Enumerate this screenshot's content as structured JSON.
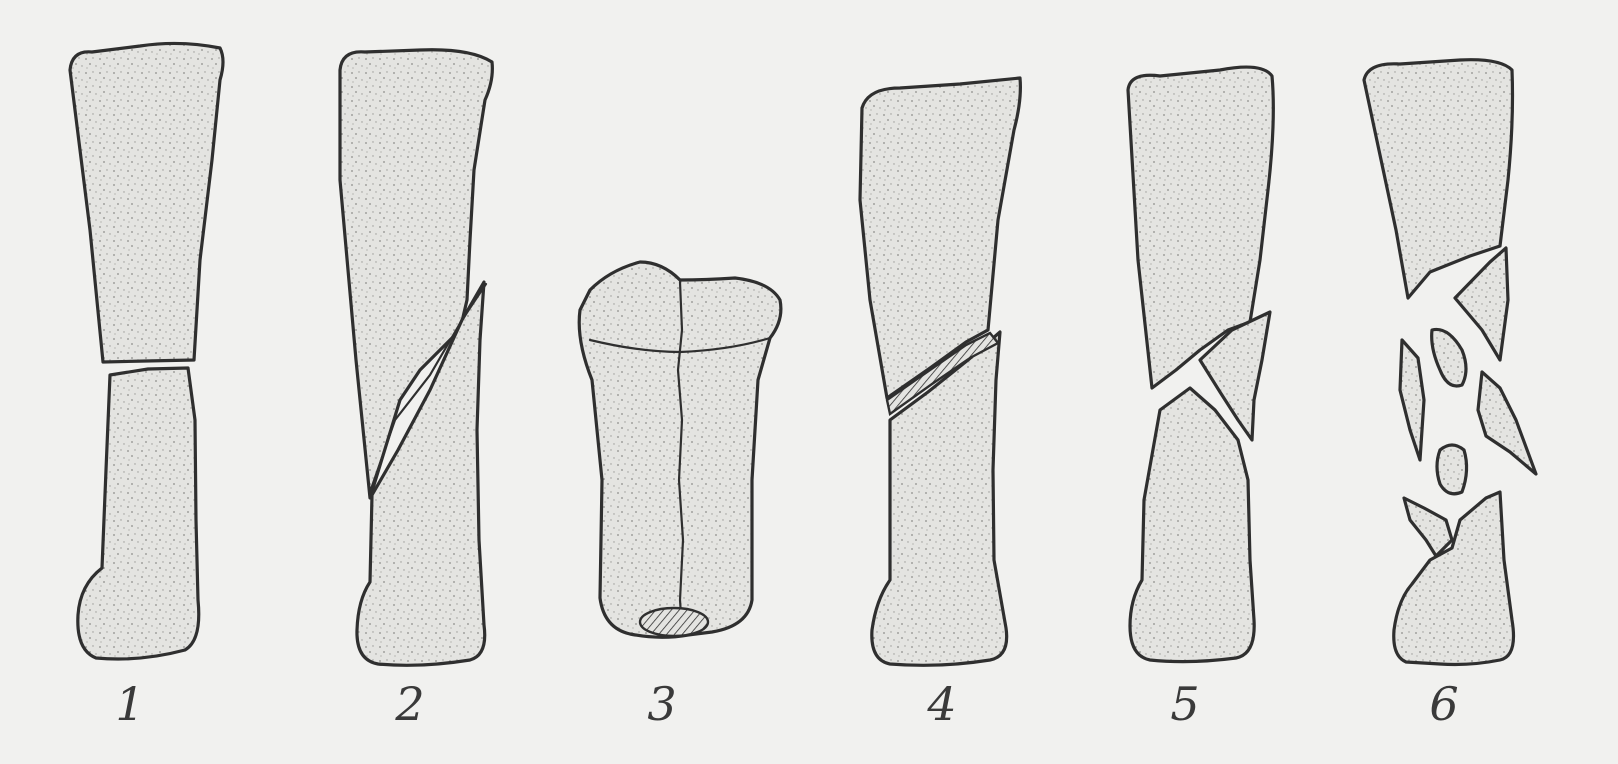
{
  "figures": [
    {
      "label": "1"
    },
    {
      "label": "2"
    },
    {
      "label": "3"
    },
    {
      "label": "4"
    },
    {
      "label": "5"
    },
    {
      "label": "6"
    }
  ],
  "colors": {
    "background": "#f1f1ef",
    "bone_fill": "#e4e4e1",
    "stipple": "#8d8d89",
    "outline": "#2f2f2f"
  }
}
